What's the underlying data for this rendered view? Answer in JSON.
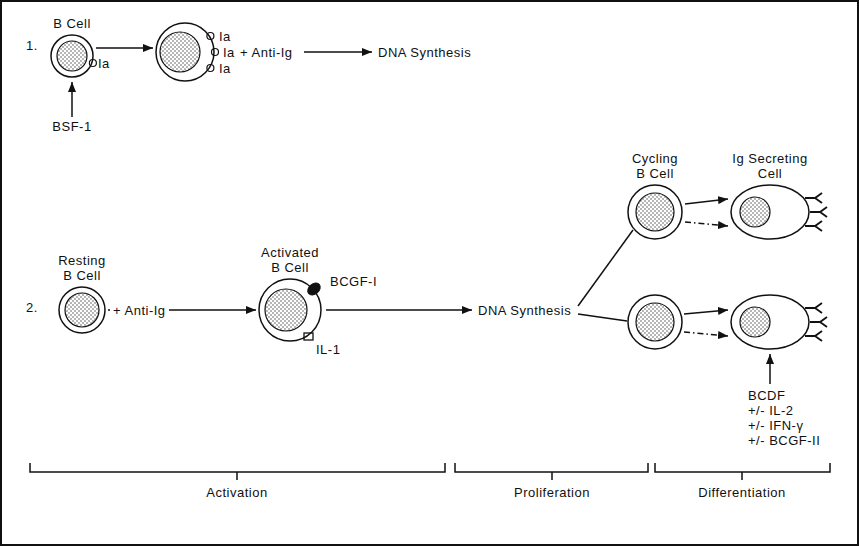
{
  "diagram": {
    "nodes": [
      {
        "text": [
          "B Cell",
          "Ia"
        ]
      },
      {
        "text": [
          "Ia",
          "Ia",
          "Ia"
        ]
      },
      {
        "text": [
          "Resting B Cell"
        ]
      },
      {
        "text": [
          "Activated B Cell",
          "BCGF-I",
          "IL-1"
        ]
      },
      {
        "text": [
          "Cycling B Cell"
        ]
      },
      {
        "text": [
          "Ig Secreting Cell"
        ]
      }
    ],
    "edges": [
      {
        "from": 0,
        "to": 1,
        "arrow": "to"
      },
      {
        "from": 2,
        "to": 3,
        "label": "+ Anti-Ig",
        "arrow": "to"
      },
      {
        "from": 4,
        "to": 5,
        "arrow": "to"
      },
      {
        "from": 4,
        "to": 5,
        "arrow": "to"
      }
    ],
    "labels": [
      "1.",
      "BSF-1",
      "+ Anti-Ig",
      "DNA Synthesis",
      "2.",
      "DNA Synthesis",
      "BCDF",
      "+/- IL-2",
      "+/- IFN-γ",
      "+/- BCGF-II",
      "Activation",
      "Proliferation",
      "Differentiation"
    ]
  }
}
